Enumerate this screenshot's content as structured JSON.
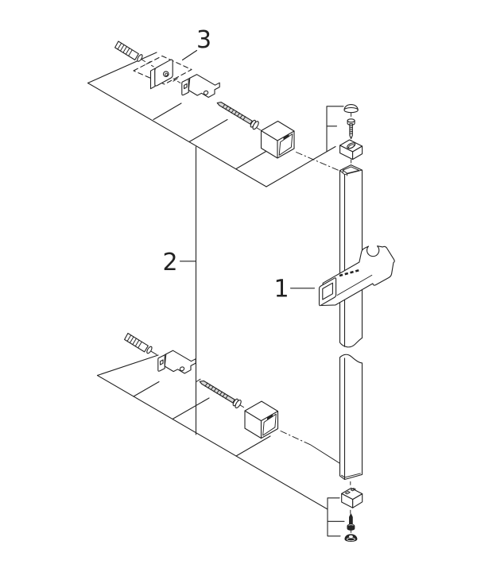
{
  "figure": {
    "kind": "exploded-parts-line-drawing",
    "background_color": "#ffffff",
    "line_color": "#222222",
    "metal_shade_color": "#d7d7d7",
    "dark_part_color": "#262626"
  },
  "callouts": [
    {
      "label": "1"
    },
    {
      "label": "2"
    },
    {
      "label": "3"
    }
  ]
}
